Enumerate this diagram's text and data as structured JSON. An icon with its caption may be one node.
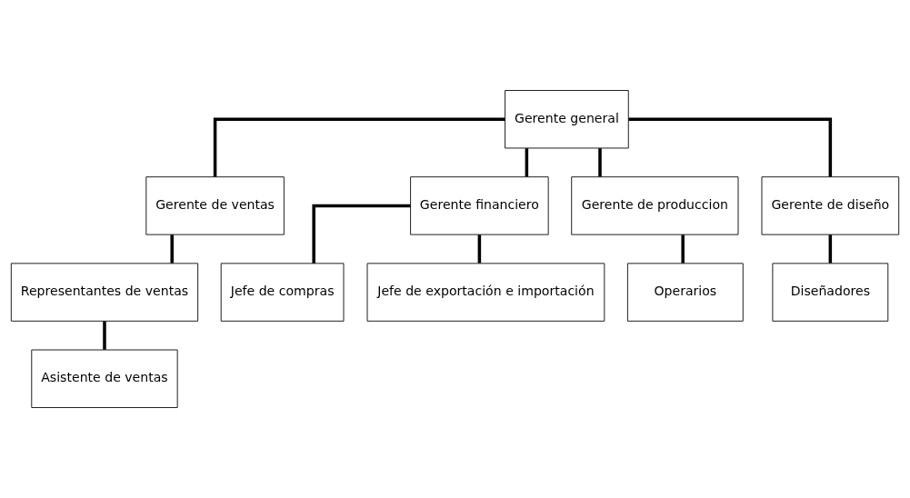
{
  "diagram": {
    "nodes": [
      {
        "text": [
          "Gerente general"
        ]
      },
      {
        "text": [
          "Gerente de ventas"
        ]
      },
      {
        "text": [
          "Gerente financiero"
        ]
      },
      {
        "text": [
          "Gerente de produccion"
        ]
      },
      {
        "text": [
          "Gerente de diseño"
        ]
      },
      {
        "text": [
          "Representantes de ventas"
        ]
      },
      {
        "text": [
          "Asistente de ventas"
        ]
      },
      {
        "text": [
          "Jefe de compras"
        ]
      },
      {
        "text": [
          "Jefe de exportación e importación"
        ]
      },
      {
        "text": [
          "Operarios"
        ]
      },
      {
        "text": [
          "Diseñadores"
        ]
      }
    ],
    "edges": [
      {
        "from": 0,
        "to": 1,
        "arrow": "none"
      },
      {
        "from": 0,
        "to": 2,
        "arrow": "none"
      },
      {
        "from": 0,
        "to": 3,
        "arrow": "none"
      },
      {
        "from": 0,
        "to": 4,
        "arrow": "none"
      },
      {
        "from": 1,
        "to": 5,
        "arrow": "none"
      },
      {
        "from": 5,
        "to": 6,
        "arrow": "none"
      },
      {
        "from": 2,
        "to": 7,
        "arrow": "none"
      },
      {
        "from": 2,
        "to": 8,
        "arrow": "none"
      },
      {
        "from": 3,
        "to": 9,
        "arrow": "none"
      },
      {
        "from": 4,
        "to": 10,
        "arrow": "none"
      }
    ]
  }
}
